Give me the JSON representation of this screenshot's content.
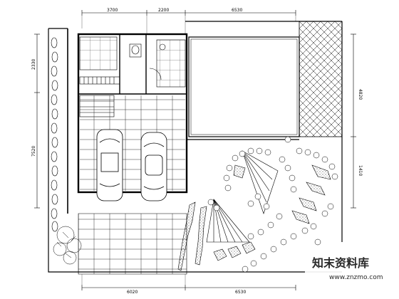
{
  "drawing": {
    "dimensions": {
      "top": [
        "3700",
        "2200",
        "6530"
      ],
      "bottom": [
        "6020",
        "6530"
      ],
      "left": [
        "2330",
        "7520"
      ],
      "right": [
        "4820",
        "1410"
      ]
    }
  },
  "watermark": {
    "title": "知末资料库",
    "url": "www.znzmo.com"
  }
}
